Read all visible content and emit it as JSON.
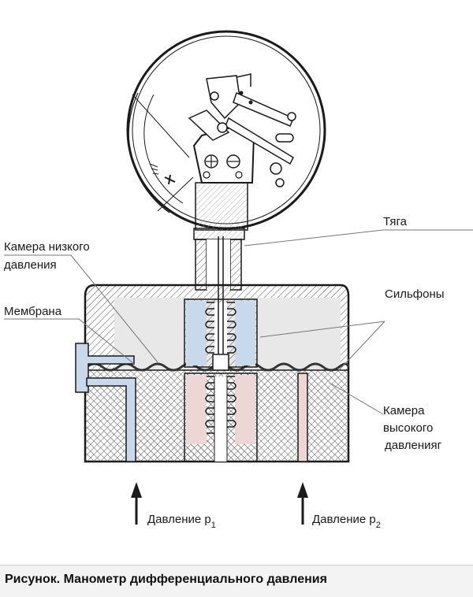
{
  "labels": {
    "rod": "Тяга",
    "low_chamber_line1": "Камера низкого",
    "low_chamber_line2": "давления",
    "membrane": "Мембрана",
    "bellows": "Сильфоны",
    "high_chamber_line1": "Камера",
    "high_chamber_line2": "высокого",
    "high_chamber_line3": "давленияг",
    "pressure1": "Давление р",
    "pressure1_sub": "1",
    "pressure2": "Давление р",
    "pressure2_sub": "2"
  },
  "caption": "Рисунок. Манометр дифференциального давления",
  "colors": {
    "outline": "#1a1a1a",
    "hatch": "#555555",
    "blue_channel": "#c9d9ec",
    "pink_channel": "#ecd6d6",
    "low_chamber_fill": "#e8e8e8",
    "leader": "#777777"
  }
}
